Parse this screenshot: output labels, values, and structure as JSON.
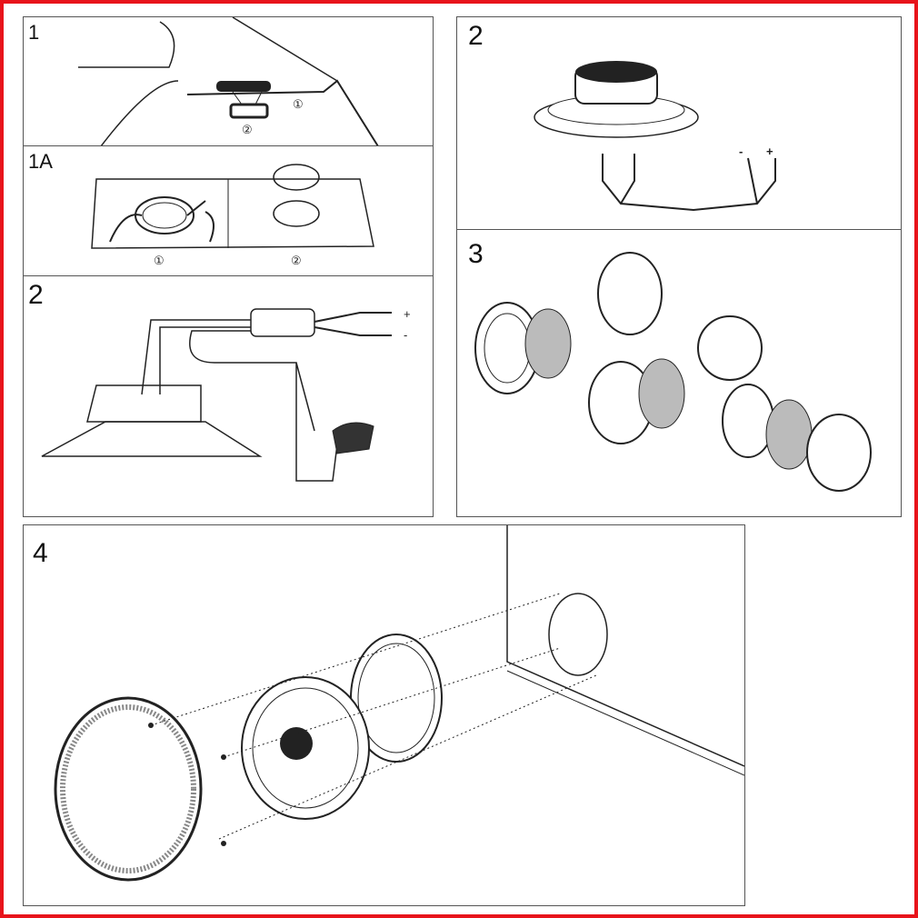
{
  "panels": {
    "p1": {
      "number": "1",
      "callouts": [
        "①",
        "②"
      ]
    },
    "p1a": {
      "number": "1A",
      "callouts": [
        "①",
        "②"
      ]
    },
    "p2_left": {
      "number": "2",
      "wire_labels": [
        "+",
        "-"
      ]
    },
    "p2_right": {
      "number": "2",
      "polarity": [
        "-",
        "+"
      ]
    },
    "p3": {
      "number": "3"
    },
    "p4": {
      "number": "4"
    }
  },
  "colors": {
    "border": "#e8141b",
    "line": "#222222"
  }
}
